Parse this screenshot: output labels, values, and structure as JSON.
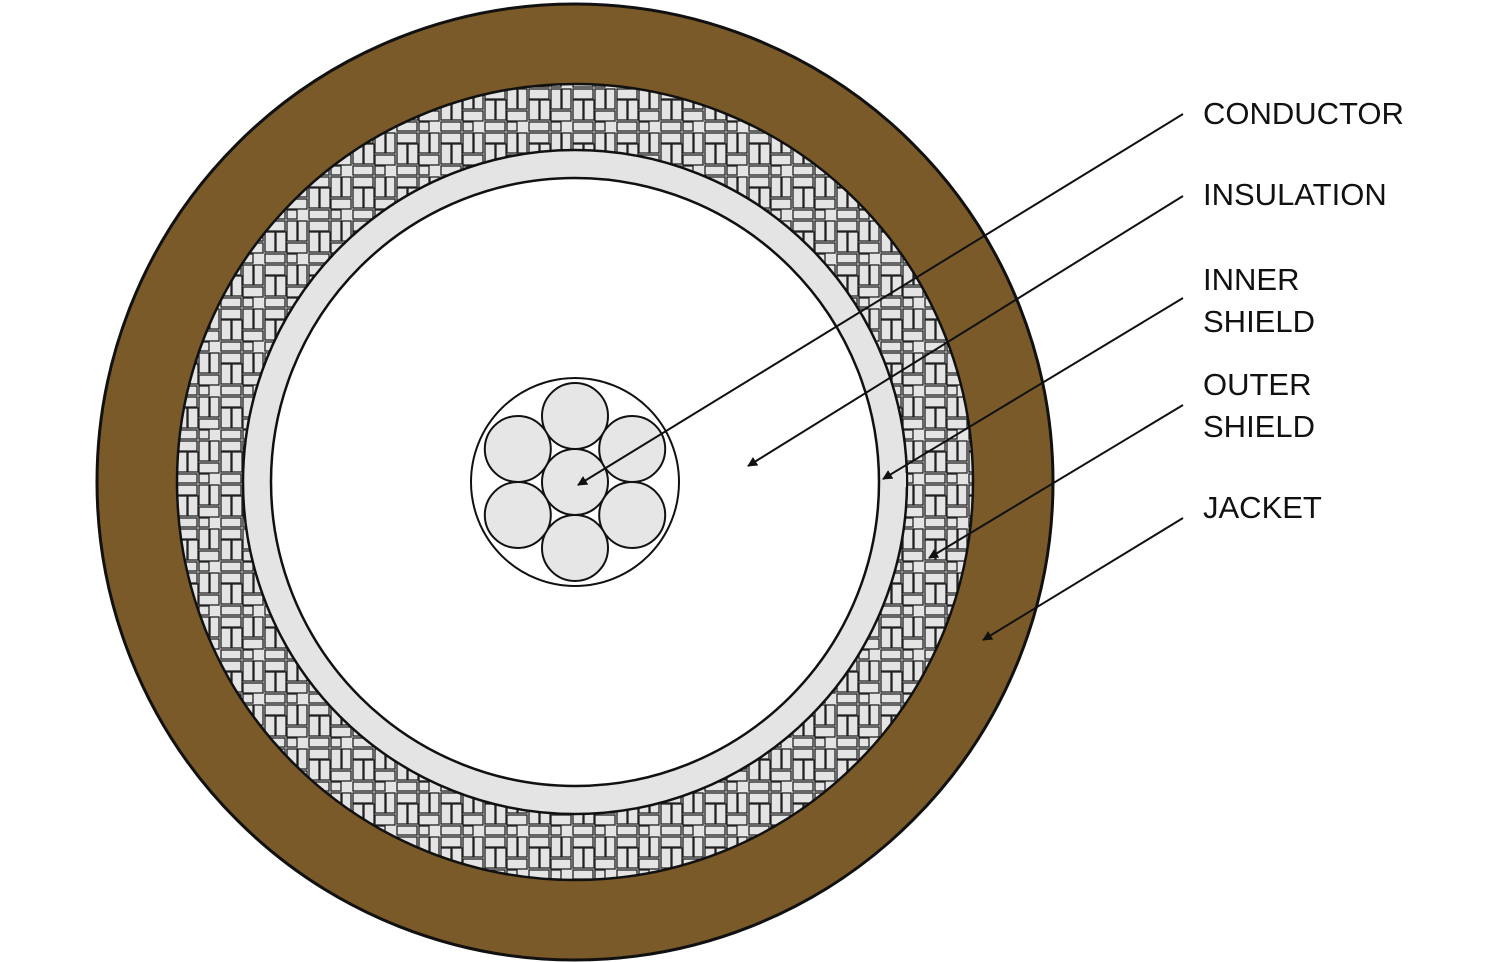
{
  "diagram": {
    "colors": {
      "jacket": "#7a5a28",
      "shield_fill": "#e4e4e4",
      "outline": "#111111",
      "insulation": "#ffffff",
      "strand": "#e6e6e6"
    },
    "labels": {
      "conductor": "CONDUCTOR",
      "insulation": "INSULATION",
      "inner_shield": [
        "INNER",
        "SHIELD"
      ],
      "outer_shield": [
        "OUTER",
        "SHIELD"
      ],
      "jacket": "JACKET"
    }
  }
}
